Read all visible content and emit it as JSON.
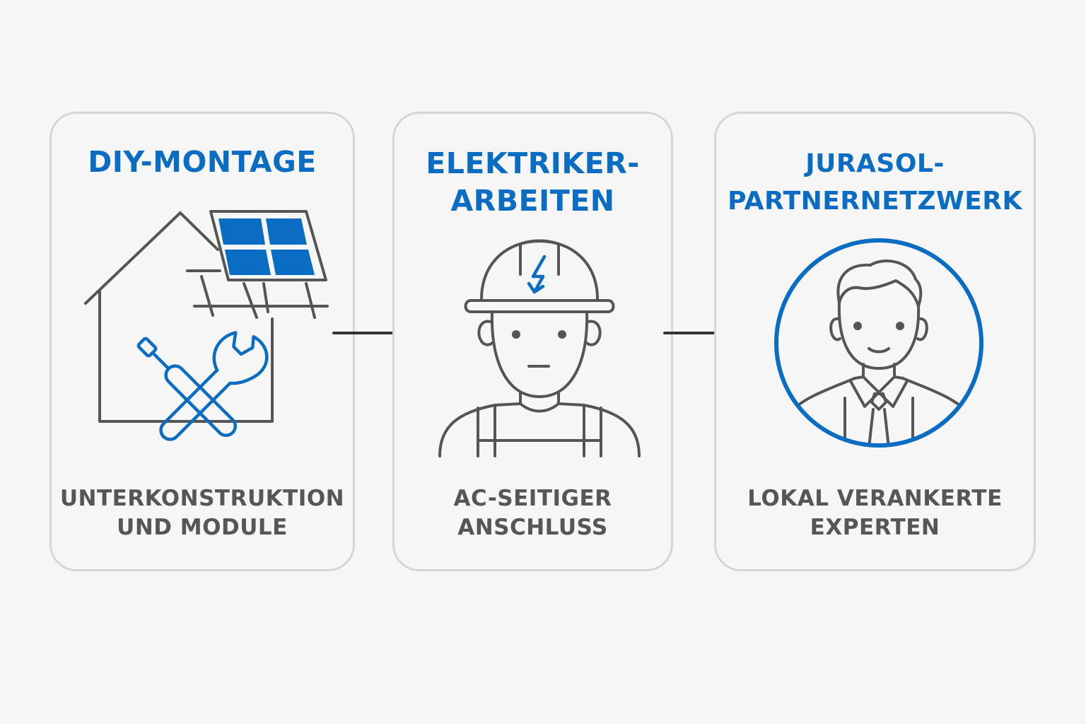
{
  "steps": [
    {
      "title_lines": [
        "DIY-MONTAGE"
      ],
      "caption_lines": [
        "UNTERKONSTRUKTION",
        "UND MODULE"
      ],
      "icon": "house-solar-tools-icon"
    },
    {
      "title_lines": [
        "ELEKTRIKER-",
        "ARBEITEN"
      ],
      "caption_lines": [
        "AC-SEITIGER",
        "ANSCHLUSS"
      ],
      "icon": "electrician-helmet-icon"
    },
    {
      "title_lines": [
        "JURASOL-",
        "PARTNERNETZWERK"
      ],
      "caption_lines": [
        "LOKAL VERANKERTE",
        "EXPERTEN"
      ],
      "icon": "expert-person-icon"
    }
  ],
  "colors": {
    "accent": "#0a6cc2",
    "line_gray": "#555555",
    "card_border": "#d6d6d6",
    "background": "#f6f6f6",
    "caption": "#565656"
  }
}
